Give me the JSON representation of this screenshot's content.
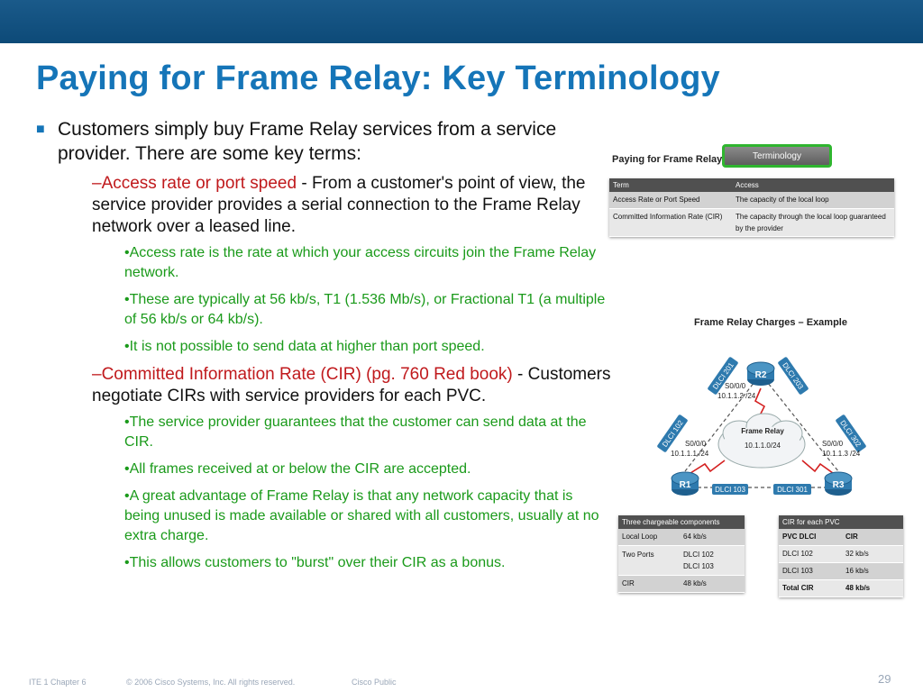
{
  "slide": {
    "title": "Paying for Frame Relay: Key Terminology",
    "bullet1": "Customers simply buy Frame Relay services from a service provider. There are some key terms:",
    "access_term": "–Access rate or port speed",
    "access_desc": " - From a customer's point of view, the service provider provides a serial connection to the Frame Relay network over a leased line.",
    "access_points": [
      "•Access rate is the rate at which your access circuits join the Frame Relay network.",
      "•These are typically at 56 kb/s, T1 (1.536 Mb/s), or Fractional T1 (a multiple of 56 kb/s or 64 kb/s).",
      "•It is not possible to send data at higher than port speed."
    ],
    "cir_term": "–Committed Information Rate (CIR) (pg. 760 Red book)",
    "cir_desc": " - Customers negotiate CIRs with service providers for each PVC.",
    "cir_points": [
      "•The service provider guarantees that the customer can send data at the CIR.",
      "•All frames received at or below the CIR are accepted.",
      "•A great advantage of Frame Relay is that any network capacity that is being unused is made available or shared with all customers, usually at no extra charge.",
      "•This allows customers to \"burst\" over their CIR as a bonus."
    ]
  },
  "figure1": {
    "title": "Paying for Frame Relay",
    "tab_label": "Terminology",
    "headers": [
      "Term",
      "Access"
    ],
    "rows": [
      [
        "Access Rate or Port Speed",
        "The capacity of the local loop"
      ],
      [
        "Committed Information Rate (CIR)",
        "The capacity through the local loop guaranteed by the provider"
      ]
    ]
  },
  "diagram": {
    "title": "Frame Relay Charges – Example",
    "cloud_label": "Frame Relay",
    "cloud_net": "10.1.1.0/24",
    "routers": [
      "R1",
      "R2",
      "R3"
    ],
    "r2_iface": "S0/0/0",
    "r2_ip": "10.1.1.2 /24",
    "r1_iface": "S0/0/0",
    "r1_ip": "10.1.1.1 /24",
    "r3_iface": "S0/0/0",
    "r3_ip": "10.1.1.3 /24",
    "dlci": [
      "DLCI 201",
      "DLCI 203",
      "DLCI 102",
      "DLCI 302",
      "DLCI 103",
      "DLCI 301"
    ]
  },
  "table_components": {
    "header": "Three chargeable components",
    "rows": [
      [
        "Local Loop",
        "64 kb/s"
      ],
      [
        "Two Ports",
        "DLCI 102\nDLCI 103"
      ],
      [
        "CIR",
        "48 kb/s"
      ]
    ]
  },
  "table_cir": {
    "header": "CIR for each PVC",
    "columns": [
      "PVC DLCI",
      "CIR"
    ],
    "rows": [
      [
        "DLCI 102",
        "32 kb/s"
      ],
      [
        "DLCI 103",
        "16 kb/s"
      ],
      [
        "Total CIR",
        "48 kb/s"
      ]
    ]
  },
  "footer": {
    "course": "ITE 1 Chapter 6",
    "copyright": "© 2006 Cisco Systems, Inc. All rights reserved.",
    "classification": "Cisco Public",
    "page_number": "29"
  }
}
